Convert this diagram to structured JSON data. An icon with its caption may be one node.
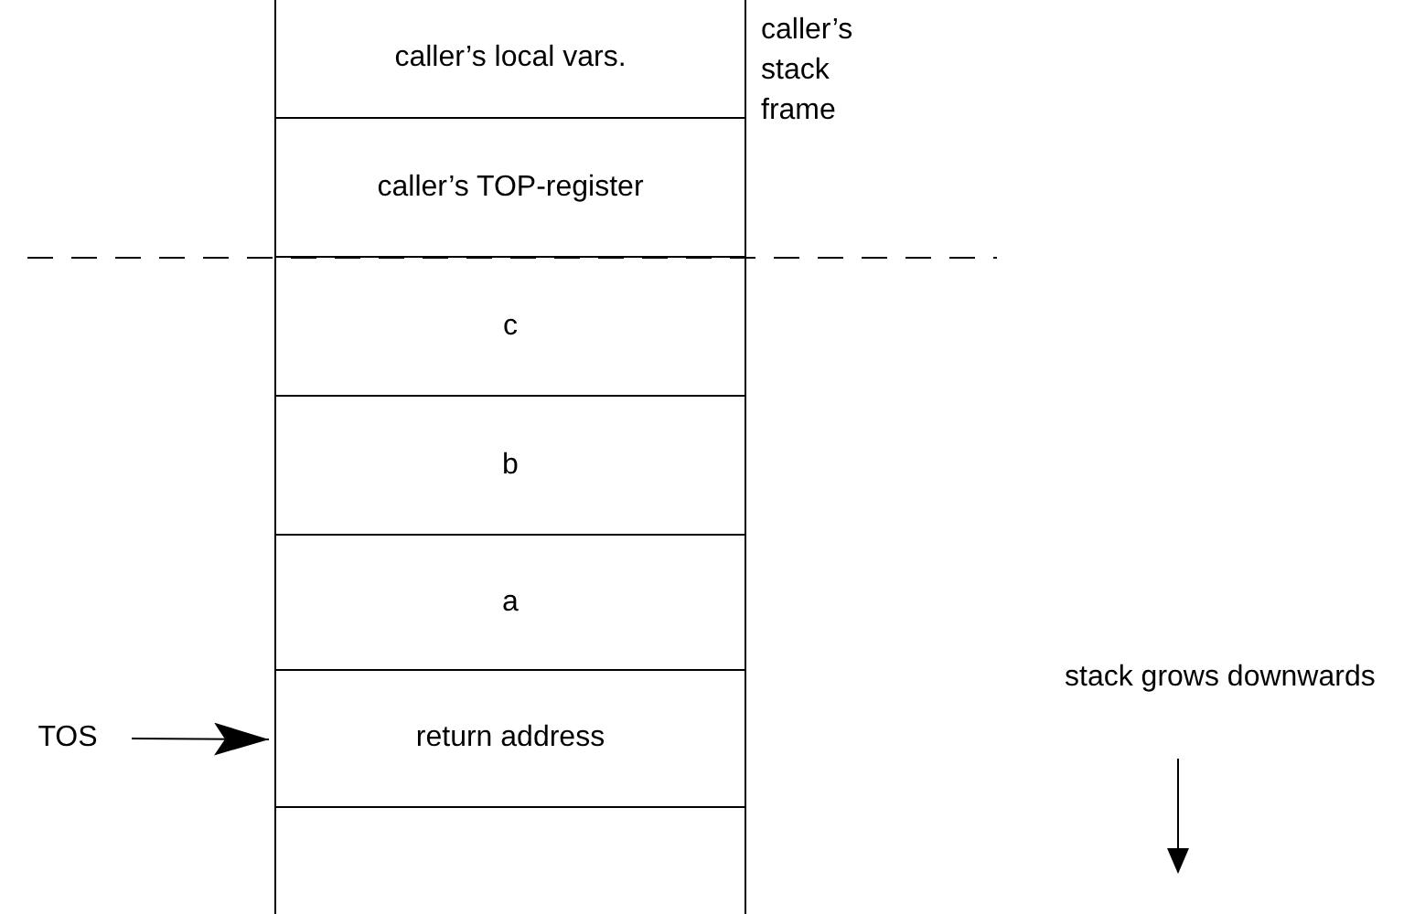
{
  "diagram": {
    "nodes": [
      {
        "text": [
          "caller’s local vars."
        ]
      },
      {
        "text": [
          "caller’s TOP-register"
        ]
      },
      {
        "text": [
          "c"
        ]
      },
      {
        "text": [
          "b"
        ]
      },
      {
        "text": [
          "a"
        ]
      },
      {
        "text": [
          "return address"
        ]
      },
      {
        "text": [],
        "shape": "box"
      },
      {
        "text": [
          "TOS"
        ]
      }
    ],
    "edges": [
      {
        "from": 7,
        "to": 5,
        "arrow": "to"
      }
    ],
    "labels": [
      "caller’s stack frame",
      "stack grows downwards"
    ]
  }
}
